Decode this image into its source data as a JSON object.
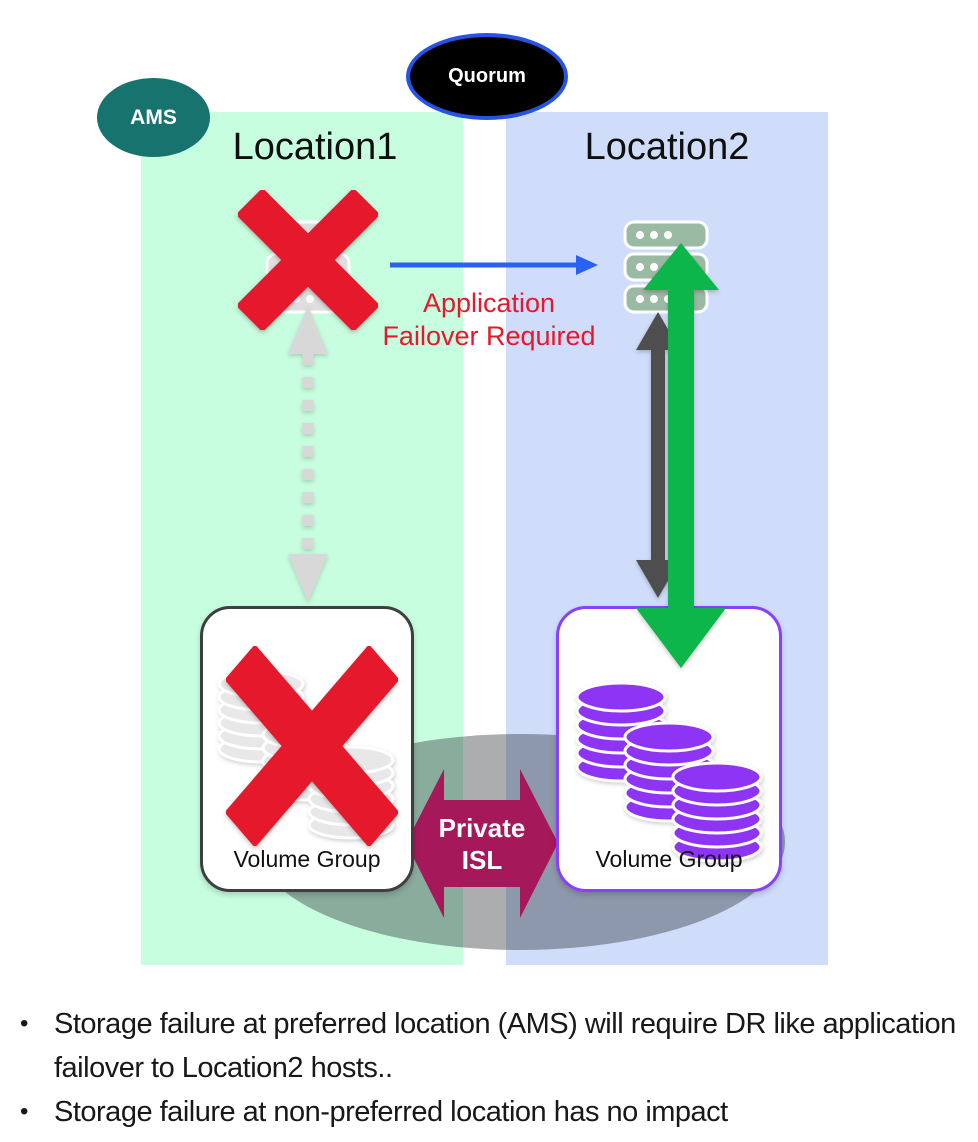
{
  "diagram": {
    "quorum": {
      "label": "Quorum"
    },
    "ams": {
      "label": "AMS"
    },
    "locations": [
      {
        "title": "Location1",
        "volume_group": {
          "label": "Volume Group"
        },
        "storage_failed": true
      },
      {
        "title": "Location2",
        "volume_group": {
          "label": "Volume Group"
        },
        "storage_failed": false
      }
    ],
    "failover_caption": {
      "line1": "Application",
      "line2": "Failover Required"
    },
    "private_isl": {
      "line1": "Private",
      "line2": "ISL"
    },
    "icons": {
      "left_host": "failed-server-with-red-x",
      "right_host": "active-server",
      "left_disks": "failed-disk-stacks-with-red-x",
      "right_disks": "active-purple-disk-stacks",
      "host_failover": "blue-right-arrow",
      "left_link": "gray-dotted-double-arrow",
      "right_link": "green-and-gray-double-arrows",
      "isl": "crimson-double-headed-arrow"
    }
  },
  "colors": {
    "location1_panel": "#c7fee0",
    "location2_panel": "#cfddfb",
    "ams_badge": "#17736e",
    "quorum_fill": "#000000",
    "quorum_border": "#2453e6",
    "failure_red": "#e6182b",
    "failover_arrow_blue": "#2961f5",
    "replication_green": "#0db64a",
    "replication_gray": "#4e4e4e",
    "dotted_link_gray": "#d8d8d8",
    "private_isl": "#a5195b",
    "vg_border_left": "#3f3f3f",
    "vg_border_right": "#8a3ffc",
    "disks_active_purple": "#8e34f4",
    "disks_failed_gray": "#e8e8e8",
    "site_ellipse": "rgba(38,40,44,0.38)"
  },
  "notes": {
    "bullet_char": "•",
    "items": [
      "Storage failure at preferred location (AMS) will require DR like application failover to Location2 hosts..",
      "Storage failure at non-preferred location has no impact"
    ]
  }
}
